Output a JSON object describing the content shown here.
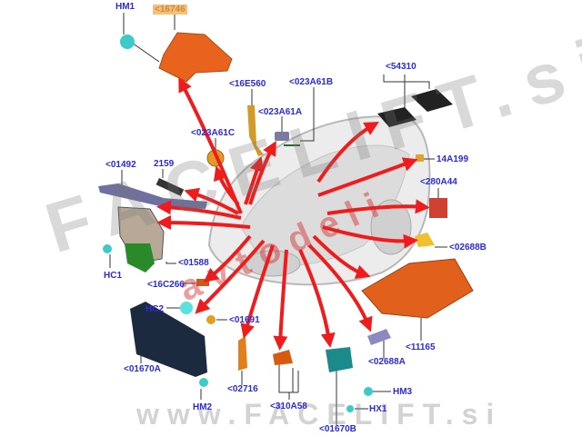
{
  "diagram": {
    "accent_arrow_color": "#ee1c1c",
    "label_color": "#2b2bdc",
    "labels": {
      "hm1": "HM1",
      "p16746": "<16746",
      "p16e560": "<16E560",
      "p023a61b": "<023A61B",
      "p023a61a": "<023A61A",
      "p023a61c": "<023A61C",
      "p54310": "<54310",
      "p01492": "<01492",
      "p2159": "2159",
      "p14a199": "14A199",
      "p280a44": "<280A44",
      "p02688b": "<02688B",
      "p01588": "<01588",
      "hc1": "HC1",
      "p16c266": "<16C266",
      "hc2": "HC2",
      "p01691": "<01691",
      "p11165": "<11165",
      "p01670a": "<01670A",
      "p02688a": "<02688A",
      "p02716": "<02716",
      "p310a58": "<310A58",
      "hm3": "HM3",
      "hx1": "HX1",
      "hm2": "HM2",
      "p01670b": "<01670B"
    }
  },
  "watermark": {
    "main": "FACELIFT.si",
    "sub": "avtodeli",
    "url": "www.FACELIFT.si"
  }
}
